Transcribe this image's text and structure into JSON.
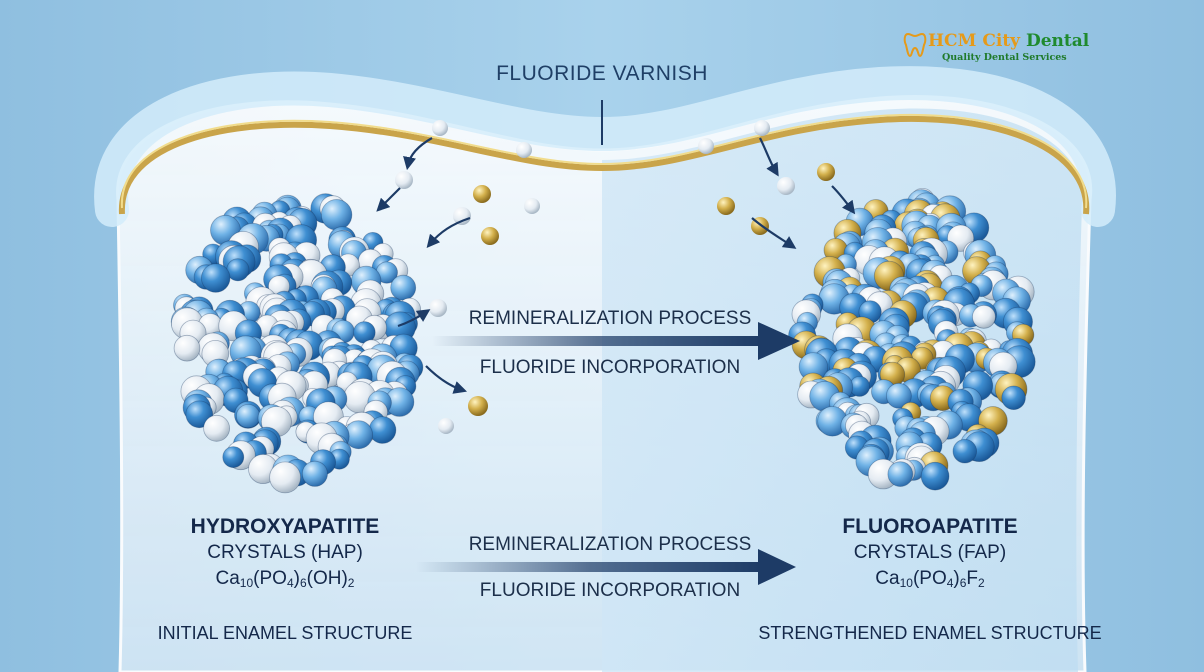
{
  "varnish_label": "FLUORIDE VARNISH",
  "process": {
    "top_line1": "REMINERALIZATION PROCESS",
    "top_line2": "FLUORIDE INCORPORATION",
    "bottom_line1": "REMINERALIZATION PROCESS",
    "bottom_line2": "FLUORIDE INCORPORATION"
  },
  "left_crystal": {
    "title": "HYDROXYAPATITE",
    "subtitle": "CRYSTALS (HAP)",
    "formula": "Ca10(PO4)6(OH)2",
    "structure": "INITIAL ENAMEL STRUCTURE"
  },
  "right_crystal": {
    "title": "FLUOROAPATITE",
    "subtitle": "CRYSTALS (FAP)",
    "formula": "Ca10(PO4)6F2",
    "structure": "STRENGTHENED ENAMEL STRUCTURE"
  },
  "logo": {
    "brand_prefix": "HCM City",
    "brand_suffix": "Dental",
    "tagline": "Quality Dental Services"
  },
  "colors": {
    "background": "#8fc0e2",
    "enamel": "#eaf4fb",
    "varnish_band": "#c9a44a",
    "arrow": "#1d3b66",
    "atom_blue": "#2f7fc4",
    "atom_white": "#f2f5f8",
    "atom_gold": "#c9a640"
  }
}
